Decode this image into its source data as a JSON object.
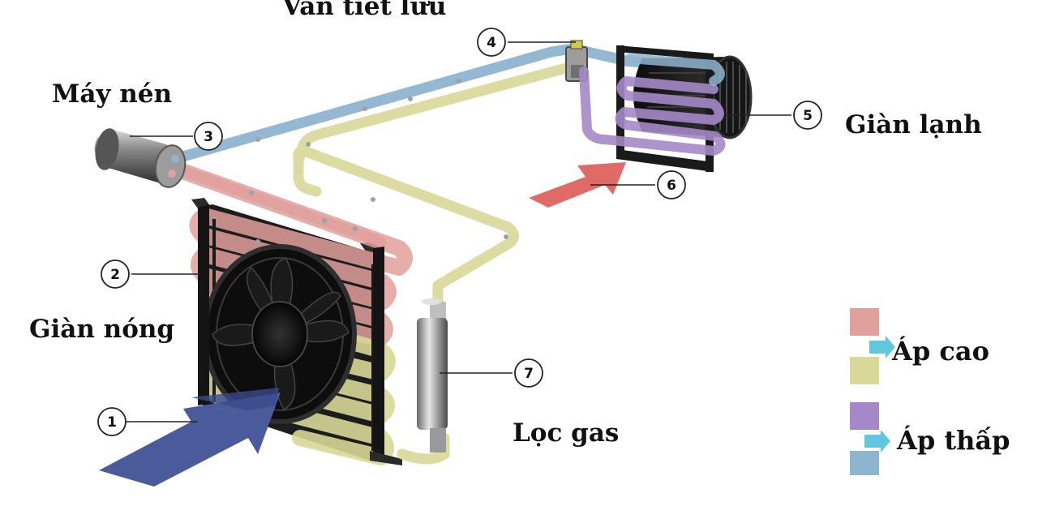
{
  "labels": {
    "expansion_valve": "Van tiết lưu",
    "compressor": "Máy nén",
    "evaporator": "Giàn lạnh",
    "condenser": "Giàn nóng",
    "filter": "Lọc gas"
  },
  "callouts": [
    "1",
    "2",
    "3",
    "4",
    "5",
    "6",
    "7"
  ],
  "legend": {
    "high_pressure": "Áp cao",
    "low_pressure": "Áp thấp"
  },
  "colors": {
    "high_pressure_hot": "#e0a09c",
    "high_pressure_liquid": "#d8d898",
    "low_pressure_cold": "#a488c8",
    "low_pressure_gas": "#8eb4d0",
    "arrow_in": "#4a5a9a",
    "arrow_warm": "#e06a66",
    "legend_arrow": "#62c6dc"
  }
}
